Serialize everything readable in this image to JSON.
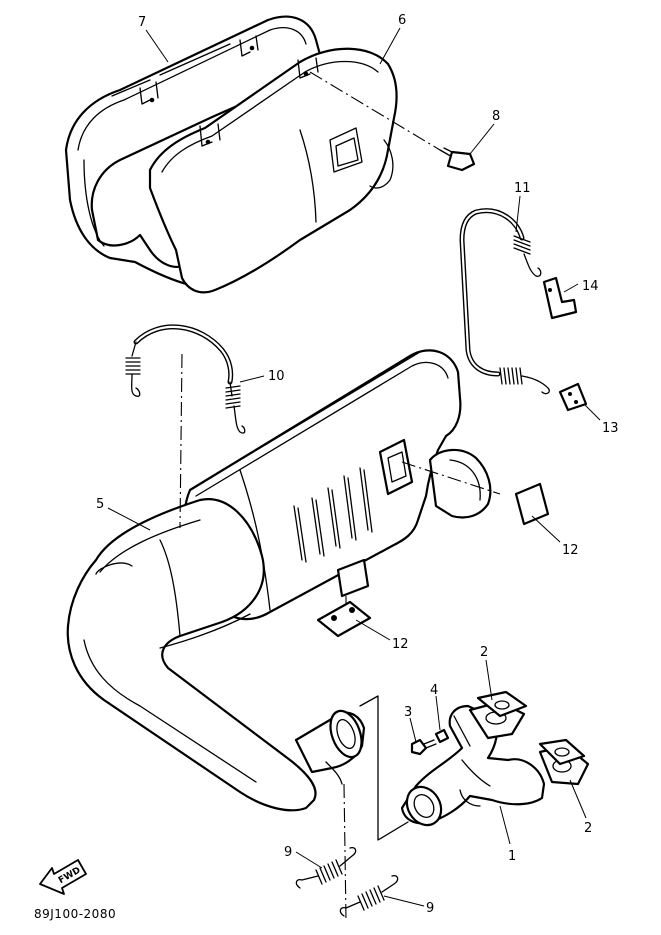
{
  "diagram": {
    "drawing_code": "89J100-2080",
    "fwd_label": "FWD",
    "callouts": {
      "c1": "1",
      "c2a": "2",
      "c2b": "2",
      "c3": "3",
      "c4": "4",
      "c5": "5",
      "c6": "6",
      "c7": "7",
      "c8": "8",
      "c9a": "9",
      "c9b": "9",
      "c10": "10",
      "c11": "11",
      "c12a": "12",
      "c12b": "12",
      "c13": "13",
      "c14": "14"
    }
  }
}
